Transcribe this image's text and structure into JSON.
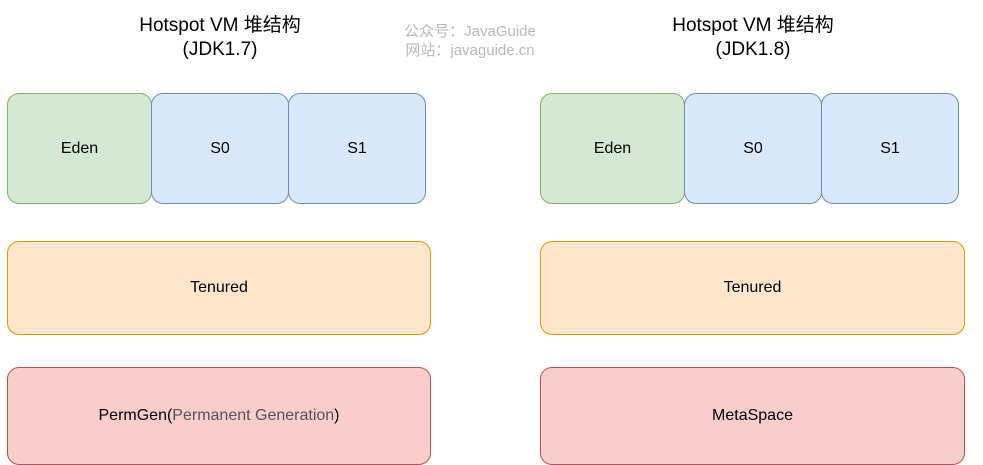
{
  "left": {
    "title_line1": "Hotspot VM  堆结构",
    "title_line2": "(JDK1.7)",
    "eden": "Eden",
    "s0": "S0",
    "s1": "S1",
    "tenured": "Tenured",
    "perm_main": "PermGen(",
    "perm_sub": "Permanent Generation",
    "perm_close": ")"
  },
  "right": {
    "title_line1": "Hotspot VM  堆结构",
    "title_line2": "(JDK1.8)",
    "eden": "Eden",
    "s0": "S0",
    "s1": "S1",
    "tenured": "Tenured",
    "metaspace": "MetaSpace"
  },
  "watermark": {
    "line1": "公众号：JavaGuide",
    "line2": "网站：javaguide.cn"
  },
  "colors": {
    "eden_fill": "#d5e8d4",
    "survivor_fill": "#dae8fc",
    "tenured_fill": "#ffe6cc",
    "perm_fill": "#f8cecc"
  }
}
